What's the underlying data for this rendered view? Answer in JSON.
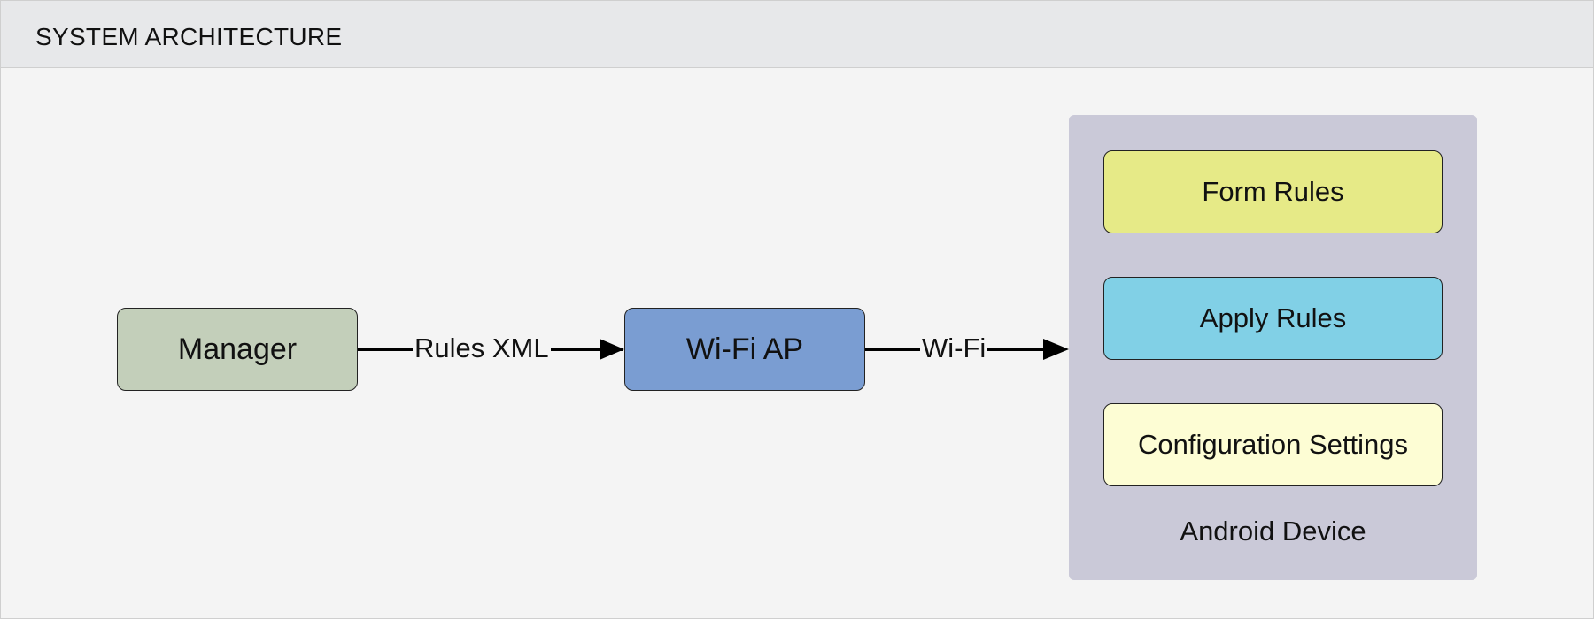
{
  "header": {
    "title": "SYSTEM ARCHITECTURE"
  },
  "nodes": {
    "manager": "Manager",
    "wifi_ap": "Wi-Fi AP"
  },
  "edges": {
    "manager_to_ap": "Rules XML",
    "ap_to_device": "Wi-Fi"
  },
  "device": {
    "label": "Android Device",
    "items": [
      "Form Rules",
      "Apply Rules",
      "Configuration Settings"
    ]
  },
  "colors": {
    "header_bg": "#e7e8ea",
    "canvas_bg": "#f4f4f4",
    "manager": "#c3cfba",
    "wifi_ap": "#7a9dd2",
    "device_container": "#cac9d8",
    "form_rules": "#e6ea87",
    "apply_rules": "#81d0e6",
    "configuration_settings": "#fdfdd4"
  }
}
